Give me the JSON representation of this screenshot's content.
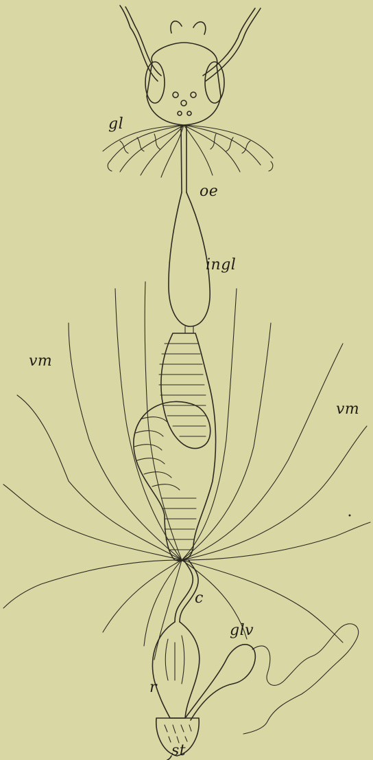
{
  "background_color": "#d9d7a4",
  "ink_color": "#2c2a20",
  "labels": {
    "gl": "gl",
    "oe": "oe",
    "ingl": "ingl",
    "vm_left": "vm",
    "vm_right": "vm",
    "c": "c",
    "glv": "glv",
    "r": "r",
    "st": "st"
  }
}
